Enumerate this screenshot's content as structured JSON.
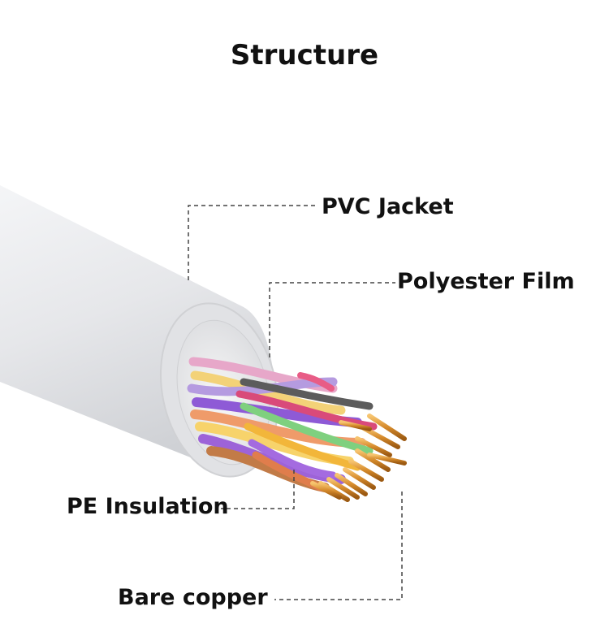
{
  "title": "Structure",
  "labels": {
    "pvc_jacket": "PVC Jacket",
    "polyester_film": "Polyester Film",
    "pe_insulation": "PE Insulation",
    "bare_copper": "Bare copper"
  },
  "colors": {
    "jacket": "#e6e7ea",
    "copper": "#d9953a",
    "leader_line": "#444444"
  }
}
